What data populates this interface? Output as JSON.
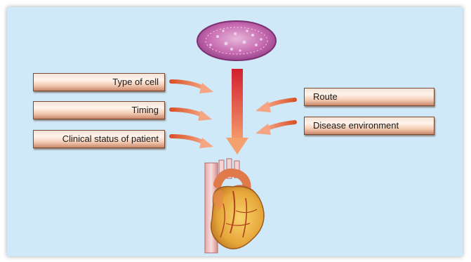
{
  "factors_left": [
    {
      "label": "Type of cell"
    },
    {
      "label": "Timing"
    },
    {
      "label": "Clinical status of patient"
    }
  ],
  "factors_right": [
    {
      "label": "Route"
    },
    {
      "label": "Disease environment"
    }
  ],
  "icons": {
    "top": "cell-cross-section-icon",
    "bottom": "heart-illustration-icon"
  },
  "colors": {
    "background": "#cfe9f8",
    "arrow": "#e8693c",
    "central_arrow": "#e03a3a",
    "cell": "#c66ab0",
    "heart": "#e8b040"
  }
}
